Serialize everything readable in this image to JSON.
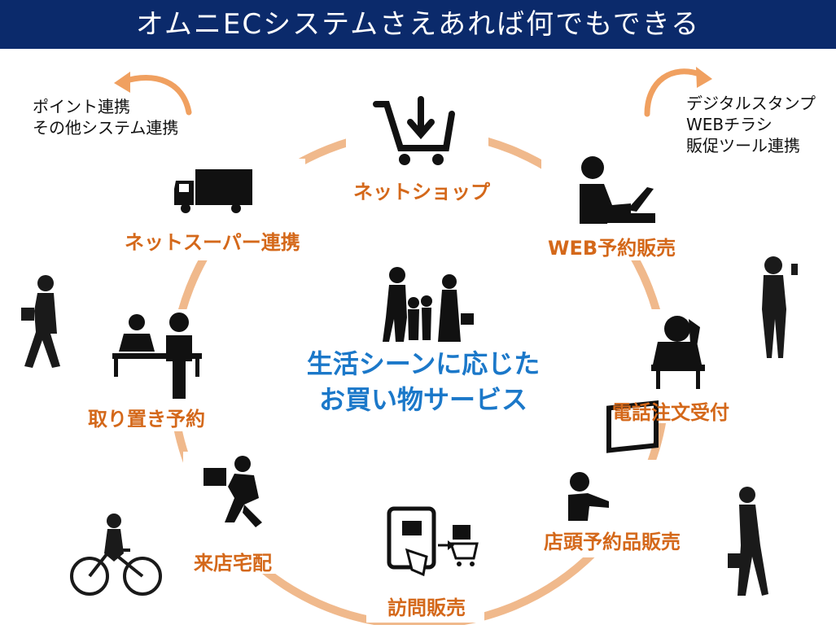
{
  "title": "オムニECシステムさえあれば何でもできる",
  "center": {
    "line1": "生活シーンに応じた",
    "line2": "お買い物サービス"
  },
  "services": [
    {
      "label": "ネットショップ",
      "icon": "shopping-cart-icon"
    },
    {
      "label": "WEB予約販売",
      "icon": "laptop-user-icon"
    },
    {
      "label": "電話注文受付",
      "icon": "phone-call-icon"
    },
    {
      "label": "店頭予約品販売",
      "icon": "monitor-presenter-icon"
    },
    {
      "label": "訪問販売",
      "icon": "tablet-gift-icon"
    },
    {
      "label": "来店宅配",
      "icon": "delivery-person-icon"
    },
    {
      "label": "取り置き予約",
      "icon": "counter-service-icon"
    },
    {
      "label": "ネットスーパー連携",
      "icon": "delivery-truck-icon"
    }
  ],
  "notes": {
    "left": [
      "ポイント連携",
      "その他システム連携"
    ],
    "right": [
      "デジタルスタンプ",
      "WEBチラシ",
      "販促ツール連携"
    ]
  },
  "colors": {
    "banner": "#0b2a6b",
    "label": "#d4681a",
    "center_text": "#1b78c9",
    "ring": "#f0b98c",
    "icon": "#111111"
  }
}
